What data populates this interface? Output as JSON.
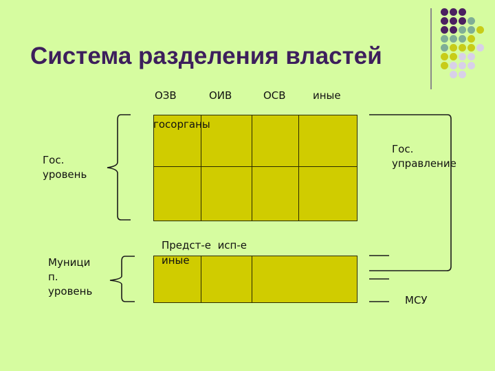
{
  "slide": {
    "title": "Система разделения властей"
  },
  "columns": {
    "ozv": "ОЗВ",
    "oiv": "ОИВ",
    "osv": "ОСВ",
    "other": "иные",
    "other_cont": "госорганы"
  },
  "left_labels": {
    "gov_level_1": "Гос.",
    "gov_level_2": "уровень",
    "mun_level_1": "Муници",
    "mun_level_2": "п.",
    "mun_level_3": "уровень"
  },
  "right_labels": {
    "gov_admin_1": "Гос.",
    "gov_admin_2": "управление",
    "msu": "МСУ"
  },
  "municipal_columns": {
    "line1": "Предст-е  исп-е",
    "line2": "иные"
  },
  "colors": {
    "background": "#d6fca0",
    "title": "#3d1f5c",
    "cell_fill": "#d0cc00",
    "purple_dot": "#4b2060",
    "teal_dot": "#7fae96",
    "yellow_dot": "#c8cc18",
    "lilac_dot": "#d8d0e8"
  }
}
